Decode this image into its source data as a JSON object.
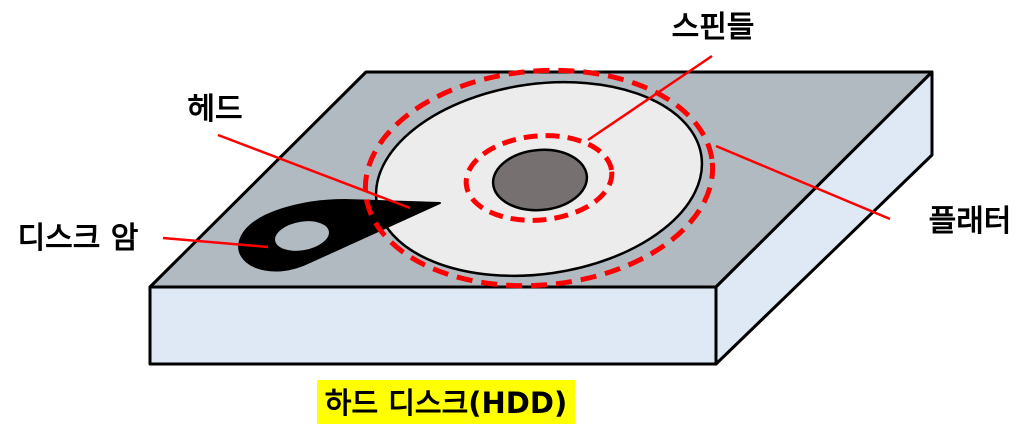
{
  "labels": {
    "spindle": "스핀들",
    "head": "헤드",
    "disk_arm": "디스크 암",
    "platter": "플래터"
  },
  "caption": {
    "text": "하드 디스크(HDD)",
    "highlight_color": "#ffff00"
  },
  "colors": {
    "case_top": "#b1b9c1",
    "case_side": "#dee9f5",
    "platter": "#ececec",
    "spindle": "#767170",
    "arm": "#000000",
    "callout": "#ff0000"
  }
}
